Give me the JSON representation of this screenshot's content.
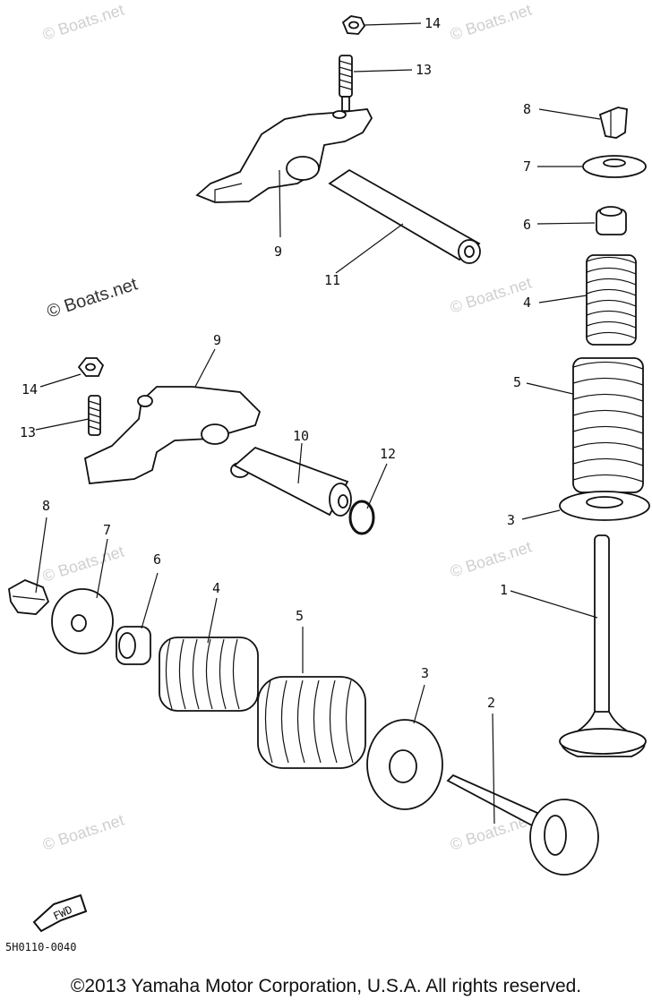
{
  "diagram": {
    "watermark": "© Boats.net",
    "drawing_code": "5H0110-0040",
    "fwd_label": "FWD",
    "copyright": "©2013 Yamaha Motor Corporation, U.S.A. All rights reserved.",
    "callouts": [
      "14",
      "13",
      "9",
      "11",
      "8",
      "7",
      "6",
      "4",
      "5",
      "3",
      "1",
      "9",
      "14",
      "13",
      "10",
      "12",
      "8",
      "7",
      "6",
      "4",
      "5",
      "3",
      "2"
    ]
  }
}
